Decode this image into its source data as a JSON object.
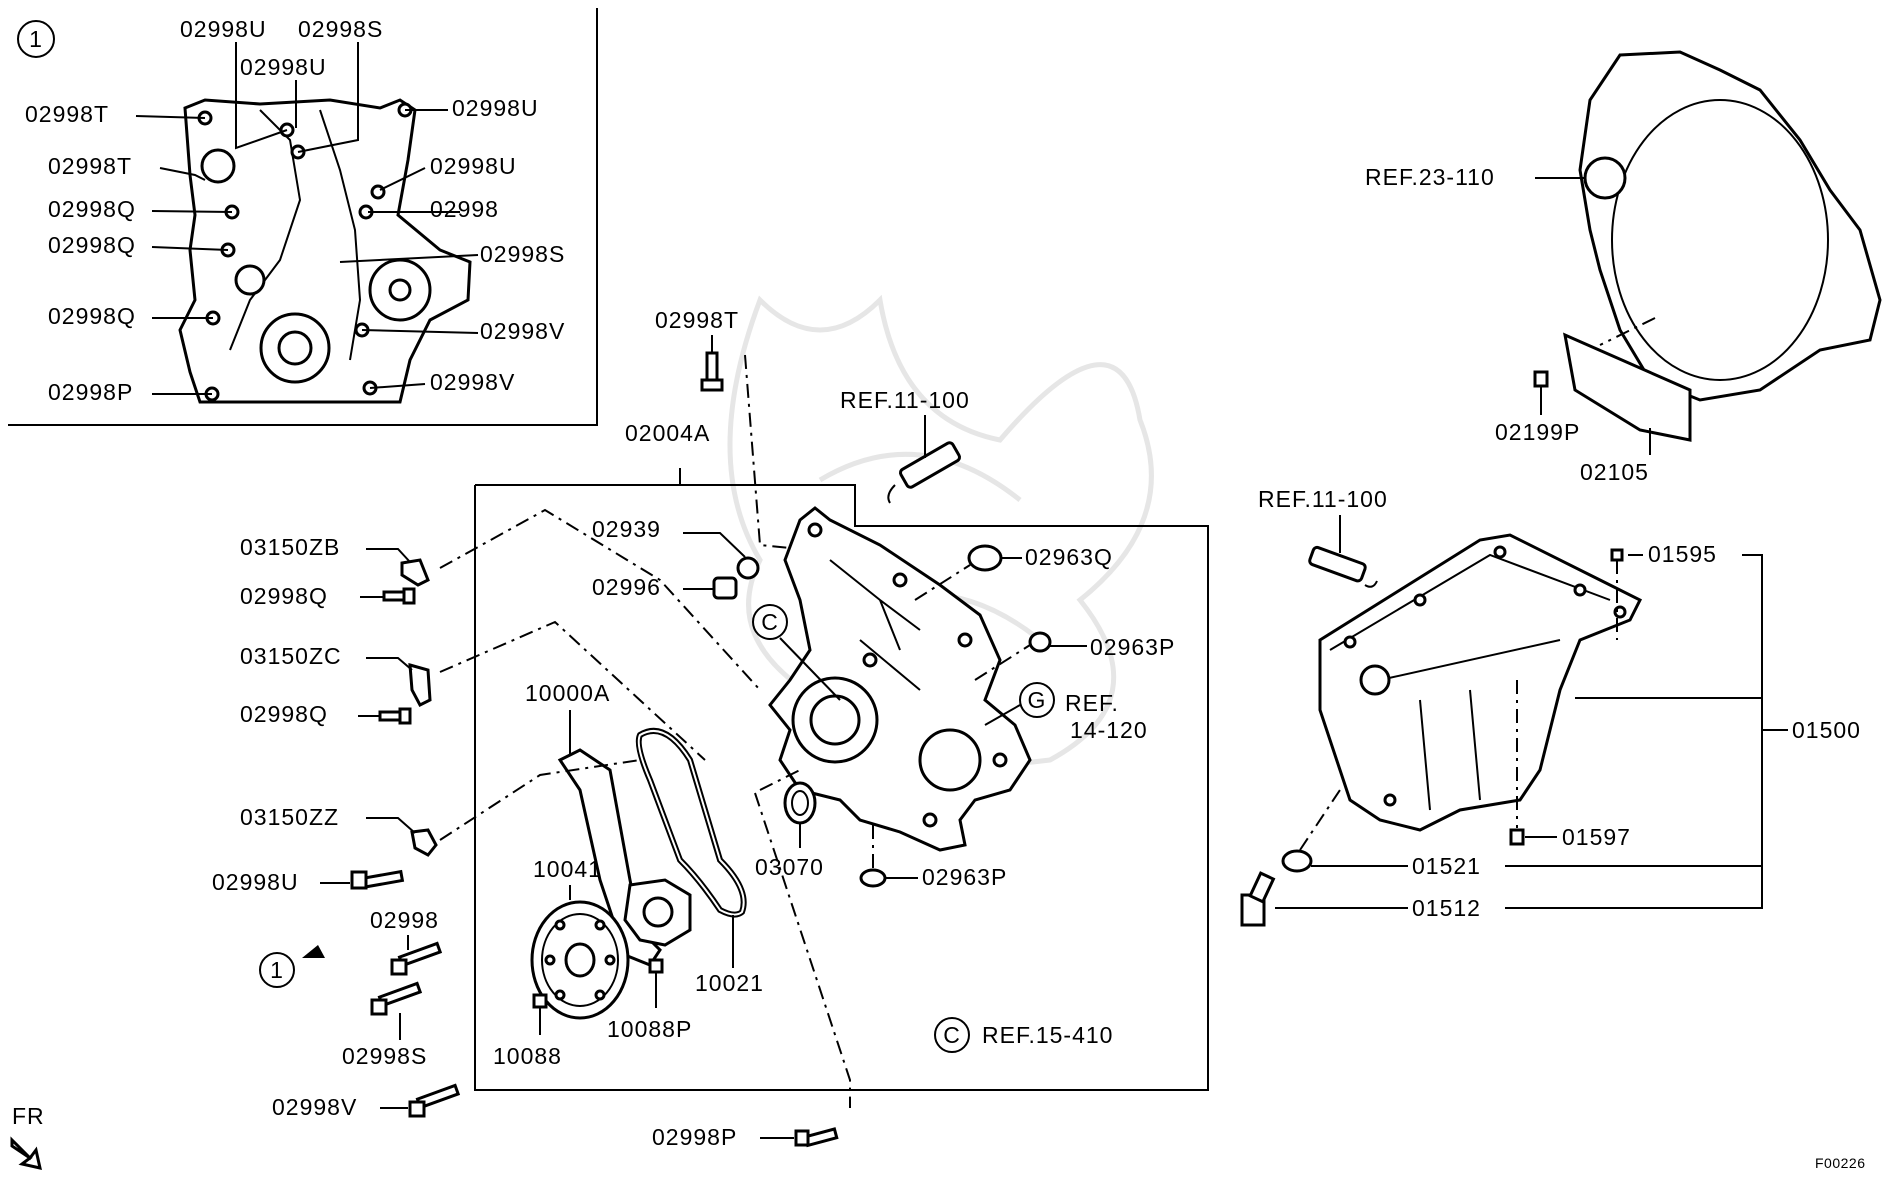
{
  "diagram_id": "F00226",
  "orientation_label": "FR",
  "inset": {
    "marker": "1"
  },
  "callout_marker": "1",
  "circle_markers": {
    "c": "C",
    "g": "G"
  },
  "labels": {
    "i_02998U_a": "02998U",
    "i_02998S_a": "02998S",
    "i_02998U_b": "02998U",
    "i_02998T_a": "02998T",
    "i_02998U_c": "02998U",
    "i_02998T_b": "02998T",
    "i_02998U_d": "02998U",
    "i_02998Q_a": "02998Q",
    "i_02998": "02998",
    "i_02998Q_b": "02998Q",
    "i_02998S_b": "02998S",
    "i_02998Q_c": "02998Q",
    "i_02998V_a": "02998V",
    "i_02998P": "02998P",
    "i_02998V_b": "02998V",
    "p02998T": "02998T",
    "p02004A": "02004A",
    "ref11_100_a": "REF.11-100",
    "p02939": "02939",
    "p02996": "02996",
    "p02963Q": "02963Q",
    "p02963P_a": "02963P",
    "ref14_120_a": "REF.",
    "ref14_120_b": "14-120",
    "p10000A": "10000A",
    "p03070": "03070",
    "p02963P_b": "02963P",
    "p10041": "10041",
    "p10021": "10021",
    "p10088": "10088",
    "p10088P": "10088P",
    "ref15_410": "REF.15-410",
    "p03150ZB": "03150ZB",
    "p02998Q_a": "02998Q",
    "p03150ZC": "03150ZC",
    "p02998Q_b": "02998Q",
    "p03150ZZ": "03150ZZ",
    "p02998U": "02998U",
    "p02998": "02998",
    "p02998S": "02998S",
    "p02998V": "02998V",
    "p02998P": "02998P",
    "ref23_110": "REF.23-110",
    "p02199P": "02199P",
    "p02105": "02105",
    "ref11_100_b": "REF.11-100",
    "p01595": "01595",
    "p01500": "01500",
    "p01597": "01597",
    "p01521": "01521",
    "p01512": "01512"
  }
}
